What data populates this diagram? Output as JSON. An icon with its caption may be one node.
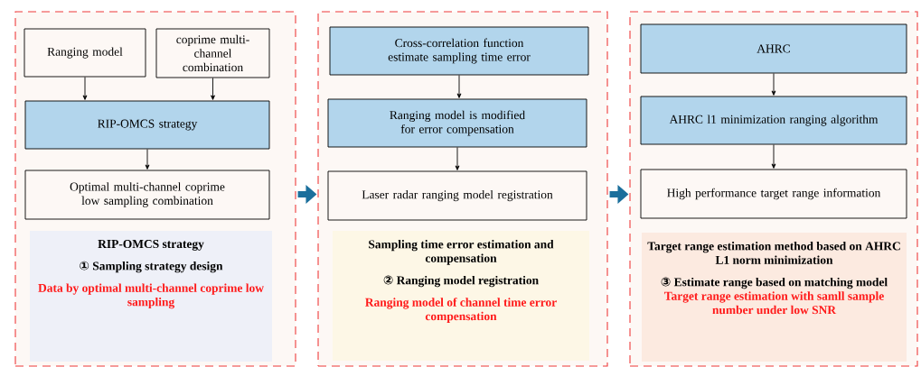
{
  "diagram": {
    "nodes": [
      {
        "text": [],
        "shape": "box"
      },
      {
        "text": [
          "Ranging model"
        ],
        "in": 0
      },
      {
        "text": [
          "coprime multi-channel combination"
        ],
        "in": 0
      },
      {
        "text": [
          "RIP-OMCS strategy"
        ],
        "in": 0
      },
      {
        "text": [
          "Optimal multi-channel coprime low sampling combination"
        ],
        "in": 0
      },
      {
        "text": [
          "RIP-OMCS strategy",
          "① Sampling strategy design",
          "Data by optimal multi-channel coprime low sampling"
        ],
        "in": 0
      },
      {
        "text": [],
        "shape": "box"
      },
      {
        "text": [
          "Cross-correlation function estimate sampling time error"
        ],
        "in": 6
      },
      {
        "text": [
          "Ranging model is modified for error compensation"
        ],
        "in": 6
      },
      {
        "text": [
          "Laser radar ranging model registration"
        ],
        "in": 6
      },
      {
        "text": [
          "Sampling time error estimation and compensation",
          "② Ranging model registration",
          "Ranging model of channel time error compensation"
        ],
        "in": 6
      },
      {
        "text": [],
        "shape": "box"
      },
      {
        "text": [
          "AHRC"
        ],
        "in": 11
      },
      {
        "text": [
          "AHRC l1 minimization ranging algorithm"
        ],
        "in": 11
      },
      {
        "text": [
          "High performance target range information"
        ],
        "in": 11
      },
      {
        "text": [
          "Target range estimation method based on AHRC L1 norm minimization",
          "③ Estimate range based on matching model",
          "Target range estimation with samll sample number under low SNR"
        ],
        "in": 11
      }
    ],
    "edges": [
      {
        "from": 1,
        "to": 3,
        "arrow": "to"
      },
      {
        "from": 2,
        "to": 3,
        "arrow": "to"
      },
      {
        "from": 3,
        "to": 4,
        "arrow": "to"
      },
      {
        "from": 7,
        "to": 8,
        "arrow": "to"
      },
      {
        "from": 8,
        "to": 9,
        "arrow": "to"
      },
      {
        "from": 12,
        "to": 13,
        "arrow": "to"
      },
      {
        "from": 13,
        "to": 14,
        "arrow": "to"
      },
      {
        "from": 0,
        "to": 6,
        "arrow": "to",
        "style": "thick",
        "color": "#1b6f9c"
      },
      {
        "from": 6,
        "to": 11,
        "arrow": "to",
        "style": "thick",
        "color": "#1b6f9c"
      }
    ]
  }
}
